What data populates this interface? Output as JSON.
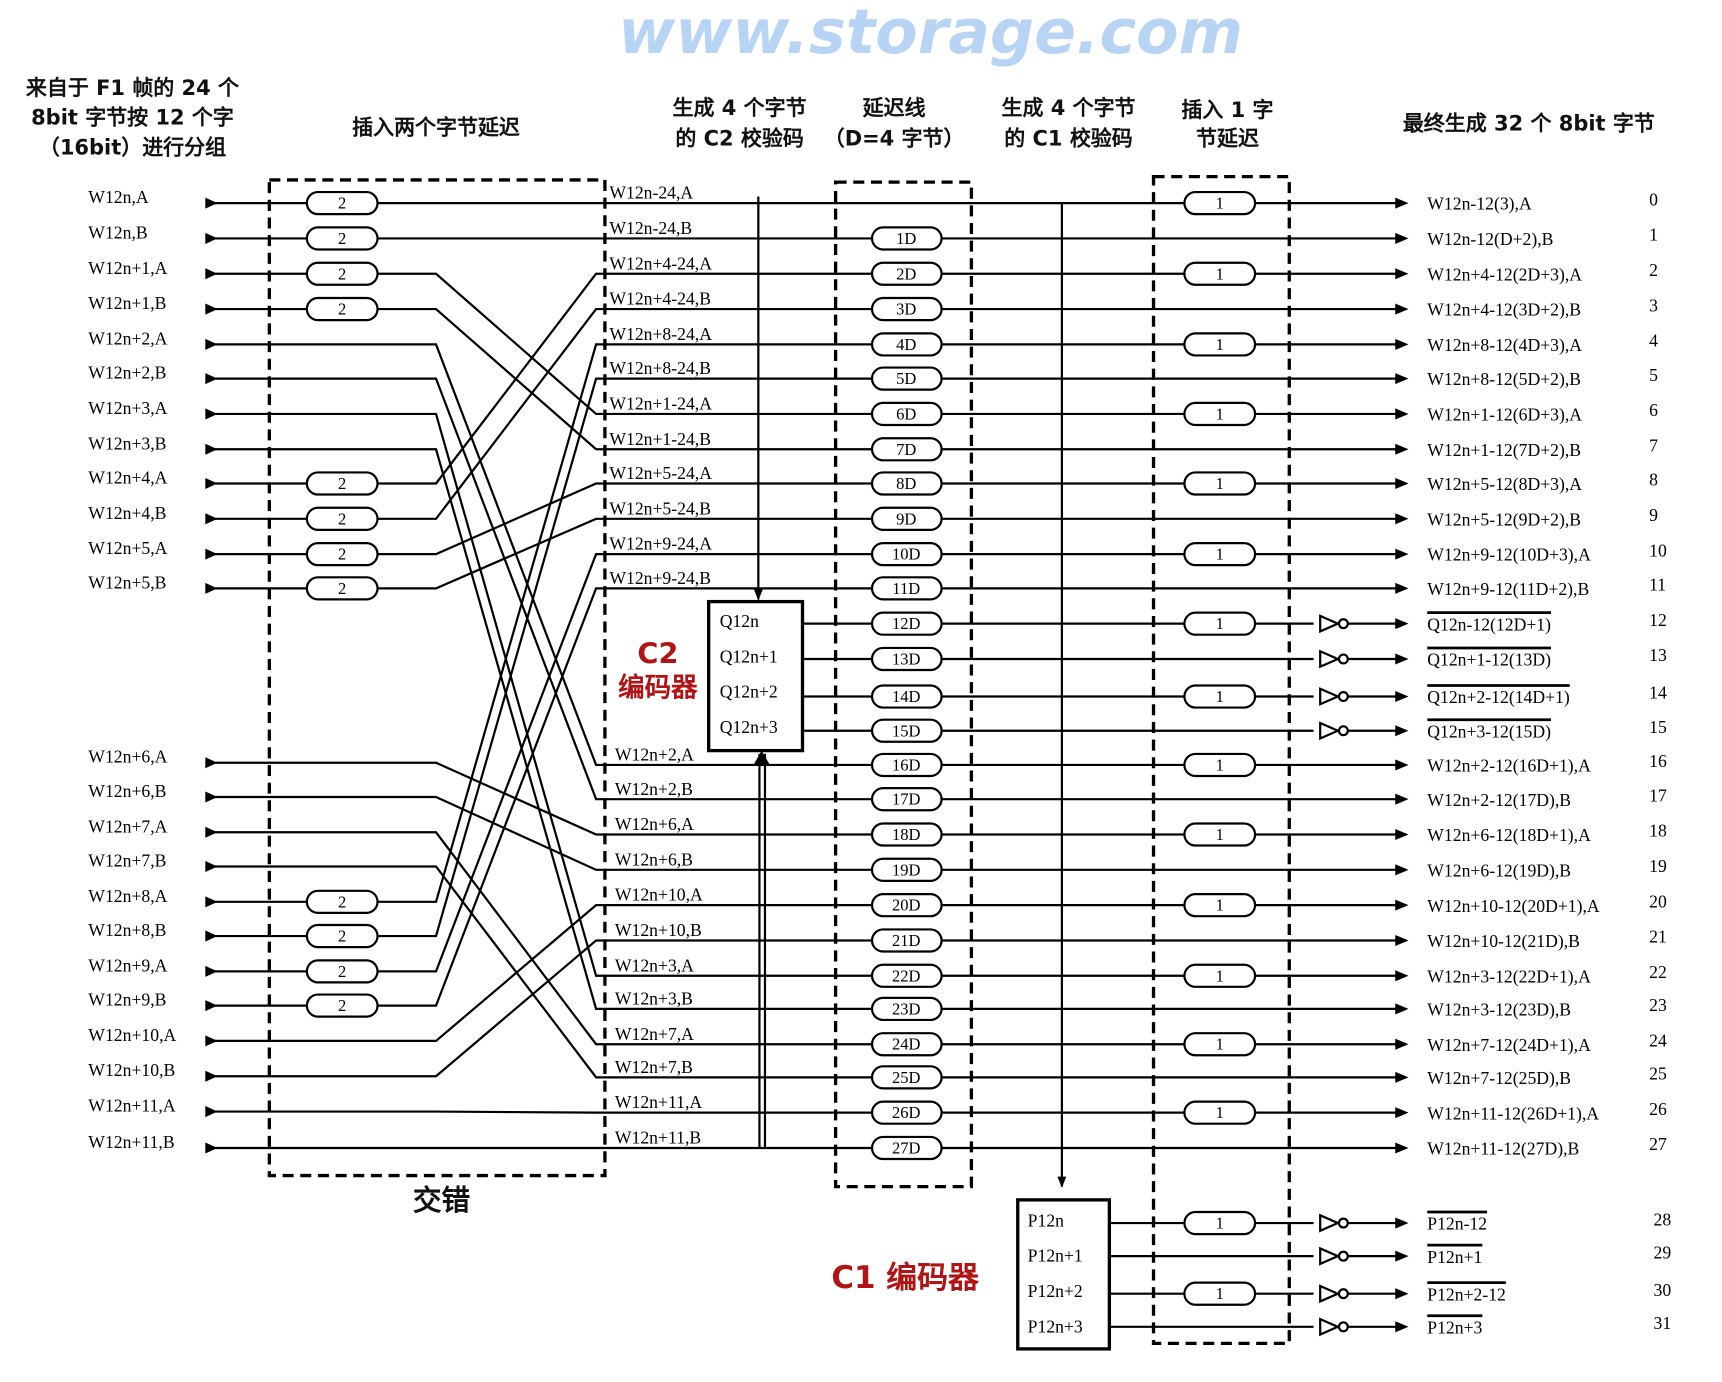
{
  "headers": {
    "input_group": [
      "来自于 F1 帧的 24 个",
      "8bit 字节按 12 个字",
      "（16bit）进行分组"
    ],
    "delay2": "插入两个字节延迟",
    "c2_gen": [
      "生成 4 个字节",
      "的 C2 校验码"
    ],
    "delay_line": [
      "延迟线",
      "（D=4 字节）"
    ],
    "c1_gen": [
      "生成 4 个字节",
      "的 C1 校验码"
    ],
    "delay1": [
      "插入 1 字",
      "节延迟"
    ],
    "final": "最终生成 32 个 8bit 字节",
    "interleave": "交错"
  },
  "inputs": [
    "W12n,A",
    "W12n,B",
    "W12n+1,A",
    "W12n+1,B",
    "W12n+2,A",
    "W12n+2,B",
    "W12n+3,A",
    "W12n+3,B",
    "W12n+4,A",
    "W12n+4,B",
    "W12n+5,A",
    "W12n+5,B",
    "W12n+6,A",
    "W12n+6,B",
    "W12n+7,A",
    "W12n+7,B",
    "W12n+8,A",
    "W12n+8,B",
    "W12n+9,A",
    "W12n+9,B",
    "W12n+10,A",
    "W12n+10,B",
    "W12n+11,A",
    "W12n+11,B"
  ],
  "delay2_inputs": [
    0,
    1,
    2,
    3,
    8,
    9,
    10,
    11,
    16,
    17,
    18,
    19
  ],
  "delay2_label": "2",
  "middle": [
    "W12n-24,A",
    "W12n-24,B",
    "W12n+4-24,A",
    "W12n+4-24,B",
    "W12n+8-24,A",
    "W12n+8-24,B",
    "W12n+1-24,A",
    "W12n+1-24,B",
    "W12n+5-24,A",
    "W12n+5-24,B",
    "W12n+9-24,A",
    "W12n+9-24,B",
    "",
    "",
    "",
    "",
    "W12n+2,A",
    "W12n+2,B",
    "W12n+6,A",
    "W12n+6,B",
    "W12n+10,A",
    "W12n+10,B",
    "W12n+3,A",
    "W12n+3,B",
    "W12n+7,A",
    "W12n+7,B",
    "W12n+11,A",
    "W12n+11,B"
  ],
  "route_source": [
    0,
    1,
    8,
    9,
    16,
    17,
    2,
    3,
    10,
    11,
    18,
    19,
    null,
    null,
    null,
    null,
    4,
    5,
    12,
    13,
    20,
    21,
    6,
    7,
    14,
    15,
    22,
    23
  ],
  "delay_line_labels": [
    "",
    "1D",
    "2D",
    "3D",
    "4D",
    "5D",
    "6D",
    "7D",
    "8D",
    "9D",
    "10D",
    "11D",
    "12D",
    "13D",
    "14D",
    "15D",
    "16D",
    "17D",
    "18D",
    "19D",
    "20D",
    "21D",
    "22D",
    "23D",
    "24D",
    "25D",
    "26D",
    "27D"
  ],
  "delay1_label": "1",
  "delay1_rows": [
    0,
    2,
    4,
    6,
    8,
    10,
    12,
    14,
    16,
    18,
    20,
    22,
    24,
    26,
    28,
    30
  ],
  "inverted_rows": [
    12,
    13,
    14,
    15,
    28,
    29,
    30,
    31
  ],
  "c2_encoder": {
    "title": "C2",
    "subtitle": "编码器",
    "outputs": [
      "Q12n",
      "Q12n+1",
      "Q12n+2",
      "Q12n+3"
    ]
  },
  "c1_encoder": {
    "title": "C1 编码器",
    "outputs": [
      "P12n",
      "P12n+1",
      "P12n+2",
      "P12n+3"
    ]
  },
  "outputs": [
    "W12n-12(3),A",
    "W12n-12(D+2),B",
    "W12n+4-12(2D+3),A",
    "W12n+4-12(3D+2),B",
    "W12n+8-12(4D+3),A",
    "W12n+8-12(5D+2),B",
    "W12n+1-12(6D+3),A",
    "W12n+1-12(7D+2),B",
    "W12n+5-12(8D+3),A",
    "W12n+5-12(9D+2),B",
    "W12n+9-12(10D+3),A",
    "W12n+9-12(11D+2),B",
    "Q12n-12(12D+1)",
    "Q12n+1-12(13D)",
    "Q12n+2-12(14D+1)",
    "Q12n+3-12(15D)",
    "W12n+2-12(16D+1),A",
    "W12n+2-12(17D),B",
    "W12n+6-12(18D+1),A",
    "W12n+6-12(19D),B",
    "W12n+10-12(20D+1),A",
    "W12n+10-12(21D),B",
    "W12n+3-12(22D+1),A",
    "W12n+3-12(23D),B",
    "W12n+7-12(24D+1),A",
    "W12n+7-12(25D),B",
    "W12n+11-12(26D+1),A",
    "W12n+11-12(27D),B",
    "P12n-12",
    "P12n+1",
    "P12n+2-12",
    "P12n+3"
  ],
  "output_numbers": [
    "0",
    "1",
    "2",
    "3",
    "4",
    "5",
    "6",
    "7",
    "8",
    "9",
    "10",
    "11",
    "12",
    "13",
    "14",
    "15",
    "16",
    "17",
    "18",
    "19",
    "20",
    "21",
    "22",
    "23",
    "24",
    "25",
    "26",
    "27",
    "28",
    "29",
    "30",
    "31"
  ],
  "watermark": "www.storage.com"
}
